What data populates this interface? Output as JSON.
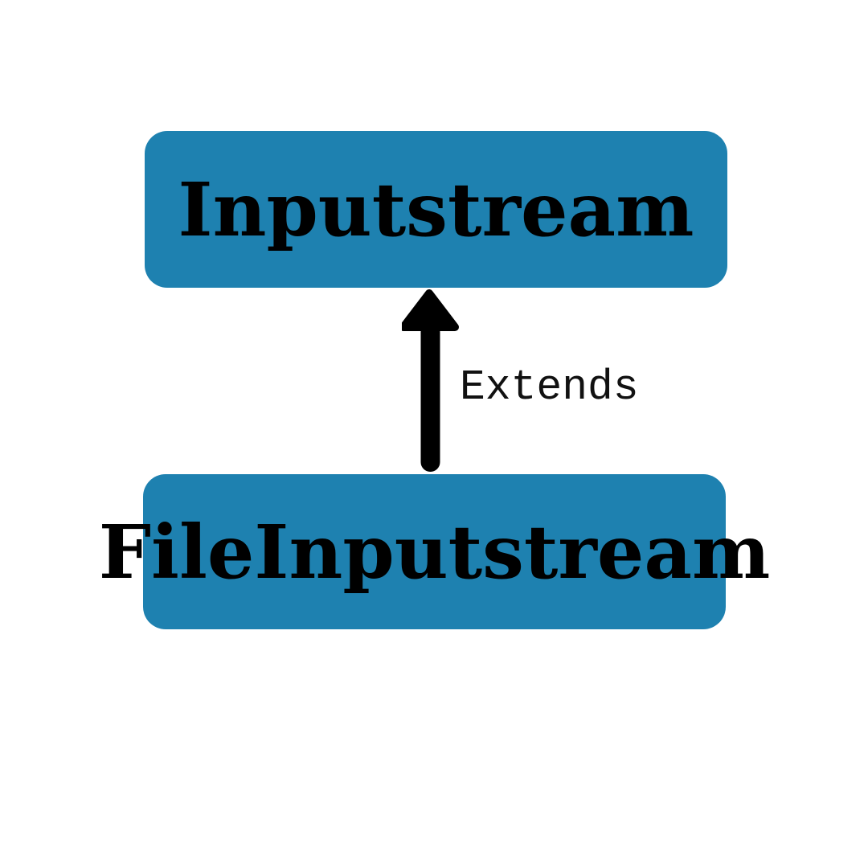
{
  "diagram": {
    "type": "class-hierarchy",
    "nodes": [
      {
        "id": "inputstream",
        "label": "Inputstream"
      },
      {
        "id": "fileinputstream",
        "label": "FileInputstream"
      }
    ],
    "edge": {
      "label": "Extends",
      "from": "fileinputstream",
      "to": "inputstream",
      "direction": "up"
    },
    "colors": {
      "node_fill": "#1e81b0",
      "node_text": "#000000",
      "arrow": "#000000",
      "edge_label_text": "#111111",
      "background": "#ffffff"
    }
  }
}
